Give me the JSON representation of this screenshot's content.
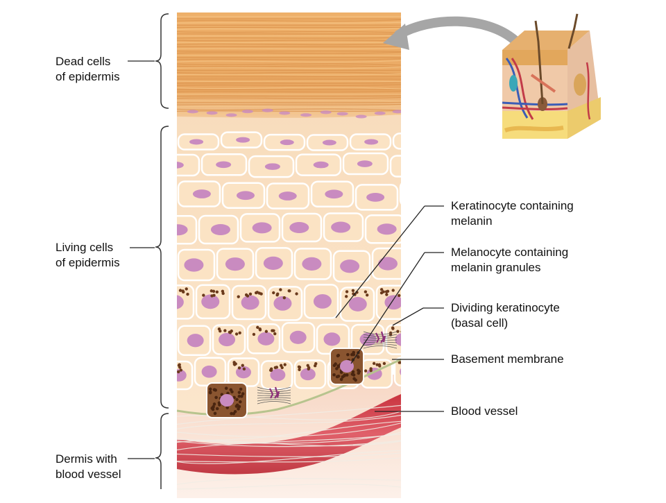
{
  "labels": {
    "dead_cells": [
      "Dead cells",
      "of epidermis"
    ],
    "living_cells": [
      "Living cells",
      "of epidermis"
    ],
    "dermis": [
      "Dermis with",
      "blood vessel"
    ],
    "keratinocyte": [
      "Keratinocyte containing",
      "melanin"
    ],
    "melanocyte": [
      "Melanocyte containing",
      "melanin granules"
    ],
    "dividing": [
      "Dividing keratinocyte",
      "(basal cell)"
    ],
    "basement": "Basement membrane",
    "blood_vessel": "Blood vessel"
  },
  "colors": {
    "dead_layer": "#e9a863",
    "living_cell": "#fbe3c4",
    "nucleus": "#c98bc0",
    "melanin": "#6a3a1c",
    "dermis": "#f8d9c8",
    "vessel": "#d9505c",
    "leader": "#222222"
  }
}
